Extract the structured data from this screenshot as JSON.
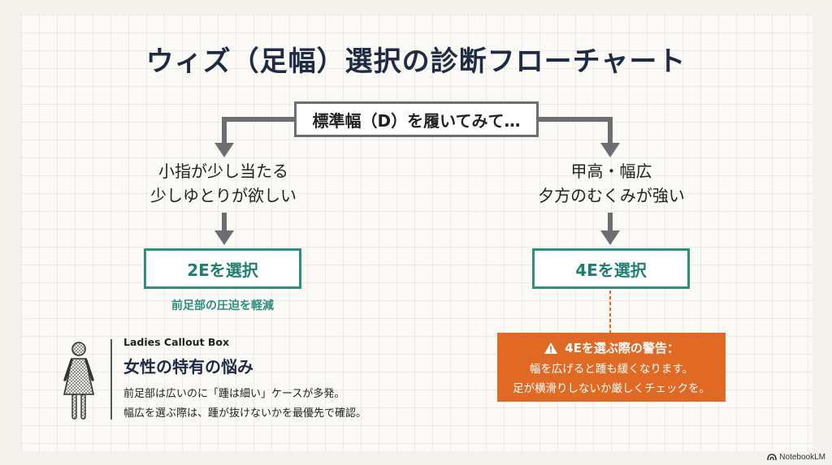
{
  "title": "ウィズ（足幅）選択の診断フローチャート",
  "start": {
    "label": "標準幅（D）を履いてみて…"
  },
  "left_branch": {
    "condition_line1": "小指が少し当たる",
    "condition_line2": "少しゆとりが欲しい",
    "choice": "2Eを選択",
    "choice_note": "前足部の圧迫を軽減"
  },
  "right_branch": {
    "condition_line1": "甲高・幅広",
    "condition_line2": "夕方のむくみが強い",
    "choice": "4Eを選択"
  },
  "warning": {
    "title": "4Eを選ぶ際の警告：",
    "line1": "幅を広げると踵も緩くなります。",
    "line2": "足が横滑りしないか厳しくチェックを。"
  },
  "callout": {
    "label": "Ladies Callout Box",
    "title": "女性の特有の悩み",
    "line1": "前足部は広いのに「踵は細い」ケースが多発。",
    "line2": "幅広を選ぶ際は、踵が抜けないかを最優先で確認。"
  },
  "brand": {
    "name": "NotebookLM"
  },
  "colors": {
    "title": "#1d2b45",
    "arrow": "#6d6e72",
    "teal": "#2e8f7e",
    "warning": "#e06a24"
  },
  "icons": [
    "woman-icon",
    "warning-triangle-icon",
    "notebooklm-logo-icon"
  ]
}
